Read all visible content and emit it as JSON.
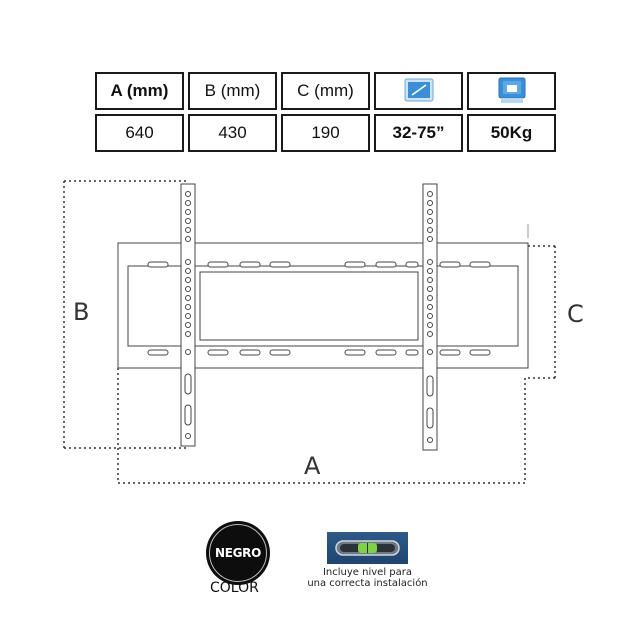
{
  "spec_table": {
    "headers": [
      "A (mm)",
      "B (mm)",
      "C (mm)"
    ],
    "values": [
      "640",
      "430",
      "190",
      "32-75”",
      "50Kg"
    ],
    "header_icons": [
      "screen-size-icon",
      "max-load-icon"
    ]
  },
  "diagram": {
    "label_a": "A",
    "label_b": "B",
    "label_c": "C"
  },
  "color_badge": {
    "text": "NEGRO",
    "caption": "COLOR"
  },
  "level": {
    "note_line1": "Incluye nivel para",
    "note_line2": "una correcta instalación"
  },
  "colors": {
    "border": "#1a1a1a",
    "icon_blue": "#3a8fd6",
    "level_blue": "#2a5080",
    "bubble_green": "#7fd14a"
  }
}
